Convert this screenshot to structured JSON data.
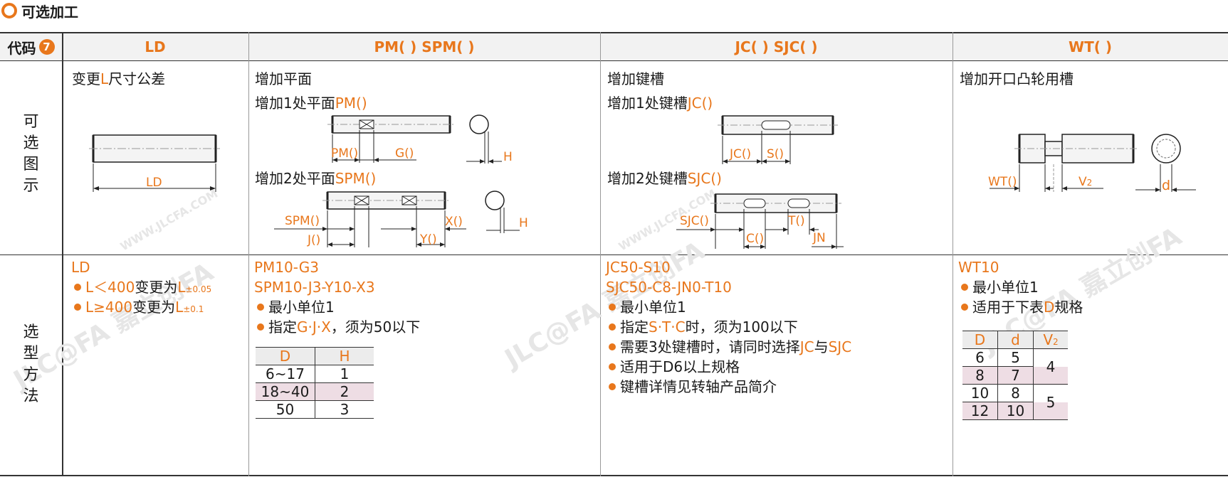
{
  "title": "可选加工",
  "header": {
    "code_label": "代码",
    "code_badge": "7",
    "columns": [
      "LD",
      "PM( ) SPM( )",
      "JC( ) SJC( )",
      "WT( )"
    ]
  },
  "row_labels": {
    "diagram": [
      "可",
      "选",
      "图",
      "示"
    ],
    "method": [
      "选",
      "型",
      "方",
      "法"
    ]
  },
  "watermark": {
    "brand": "JLC@FA 嘉立创FA",
    "url": "WWW.JLCFA.COM"
  },
  "ld": {
    "title_a": "变更",
    "title_b": "L",
    "title_c": "尺寸公差",
    "dim_label": "LD",
    "method_code": "LD",
    "rule1_a": "L＜400",
    "rule1_b": "变更为",
    "rule1_c": "L",
    "rule1_d": "±0.05",
    "rule2_a": "L≥400",
    "rule2_b": "变更为",
    "rule2_c": "L",
    "rule2_d": "±0.1"
  },
  "pm": {
    "title": "增加平面",
    "one_a": "增加1处平面",
    "one_b": "PM()",
    "two_a": "增加2处平面",
    "two_b": "SPM()",
    "labels": {
      "pm": "PM()",
      "g": "G()",
      "h": "H",
      "spm": "SPM()",
      "j": "J()",
      "y": "Y()",
      "x": "X()",
      "h2": "H"
    },
    "code1": "PM10-G3",
    "code2": "SPM10-J3-Y10-X3",
    "rule1": "最小单位1",
    "rule2_a": "指定",
    "rule2_b": "G·J·X",
    "rule2_c": "，须为50以下",
    "table": {
      "headers": [
        "D",
        "H"
      ],
      "rows": [
        [
          "6~17",
          "1"
        ],
        [
          "18~40",
          "2"
        ],
        [
          "50",
          "3"
        ]
      ]
    }
  },
  "jc": {
    "title": "增加键槽",
    "one_a": "增加1处键槽",
    "one_b": "JC()",
    "two_a": "增加2处键槽",
    "two_b": "SJC()",
    "labels": {
      "jc": "JC()",
      "s": "S()",
      "sjc": "SJC()",
      "c": "C()",
      "t": "T()",
      "jn": "JN"
    },
    "code1": "JC50-S10",
    "code2": "SJC50-C8-JN0-T10",
    "rule1": "最小单位1",
    "rule2_a": "指定",
    "rule2_b": "S·T·C",
    "rule2_c": "时，须为100以下",
    "rule3_a": "需要3处键槽时，请同时选择",
    "rule3_b": "JC",
    "rule3_c": "与",
    "rule3_d": "SJC",
    "rule4": "适用于D6以上规格",
    "rule5": "键槽详情见转轴产品简介"
  },
  "wt": {
    "title": "增加开口凸轮用槽",
    "labels": {
      "wt": "WT()",
      "v": "V",
      "v_sub": "2",
      "d": "d"
    },
    "code": "WT10",
    "rule1": "最小单位1",
    "rule2_a": "适用于下表",
    "rule2_b": "D",
    "rule2_c": "规格",
    "table": {
      "headers": [
        "D",
        "d",
        "V",
        "2"
      ],
      "rows": [
        [
          "6",
          "5"
        ],
        [
          "8",
          "7"
        ],
        [
          "10",
          "8"
        ],
        [
          "12",
          "10"
        ]
      ],
      "v2": [
        "4",
        "5"
      ]
    }
  }
}
